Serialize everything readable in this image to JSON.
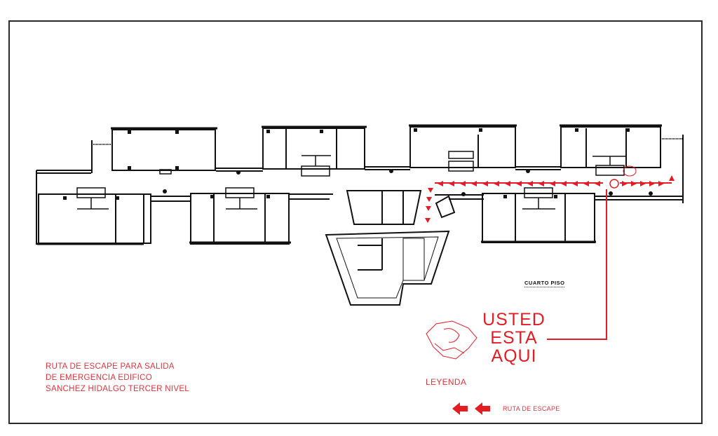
{
  "document": {
    "type": "floor-plan-evacuation-map",
    "title_lines": [
      "RUTA DE ESCAPE PARA SALIDA",
      "DE EMERGENCIA EDIFICO",
      "SANCHEZ HIDALGO TERCER NIVEL"
    ],
    "floor_label": "CUARTO PISO",
    "you_are_here": {
      "lines": [
        "USTED",
        "ESTA",
        "AQUI"
      ],
      "marker_icon": "you-are-here-marker-icon"
    },
    "legend": {
      "title": "LEYENDA",
      "items": [
        {
          "icon": "double-red-arrow-icon",
          "label": "RUTA DE ESCAPE"
        }
      ]
    },
    "colors": {
      "route": "#e41d24",
      "text_red": "#e0343c",
      "walls": "#111111",
      "frame": "#2a2a2a",
      "background": "#ffffff"
    }
  }
}
